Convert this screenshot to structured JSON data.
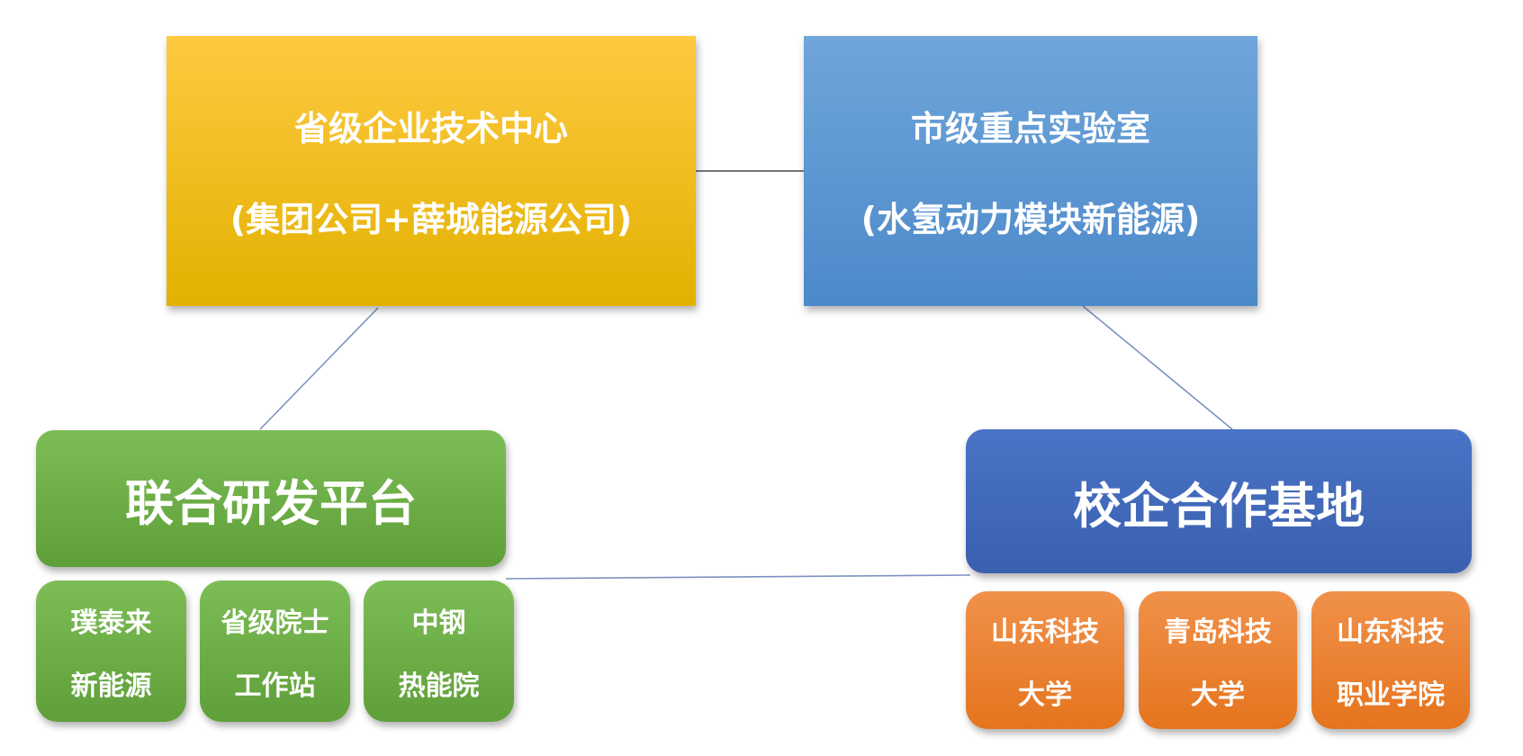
{
  "nodes": {
    "provincial_tech_center": {
      "line1": "省级企业技术中心",
      "line2": "(集团公司+薛城能源公司)",
      "color_top": "#ffc941",
      "color_bottom": "#e2b100"
    },
    "municipal_key_lab": {
      "line1": "市级重点实验室",
      "line2": "(水氢动力模块新能源)",
      "color_top": "#6fa5da",
      "color_bottom": "#4c89ca"
    },
    "joint_rd_platform": {
      "label": "联合研发平台",
      "color_top": "#7dbd56",
      "color_bottom": "#5f9f39"
    },
    "school_enterprise_base": {
      "label": "校企合作基地",
      "color_top": "#4a74c6",
      "color_bottom": "#3a5faf"
    },
    "rd_partners": [
      {
        "line1": "璞泰来",
        "line2": "新能源"
      },
      {
        "line1": "省级院士",
        "line2": "工作站"
      },
      {
        "line1": "中钢",
        "line2": "热能院"
      }
    ],
    "base_partners": [
      {
        "line1": "山东科技",
        "line2": "大学"
      },
      {
        "line1": "青岛科技",
        "line2": "大学"
      },
      {
        "line1": "山东科技",
        "line2": "职业学院"
      }
    ],
    "partner_colors": {
      "green_top": "#7dbd56",
      "green_bottom": "#5f9f39",
      "orange_top": "#f0914a",
      "orange_bottom": "#e5741e"
    }
  },
  "connectors": {
    "top_link_color": "#4a4a4a",
    "branch_link_color": "#7d92c0"
  }
}
